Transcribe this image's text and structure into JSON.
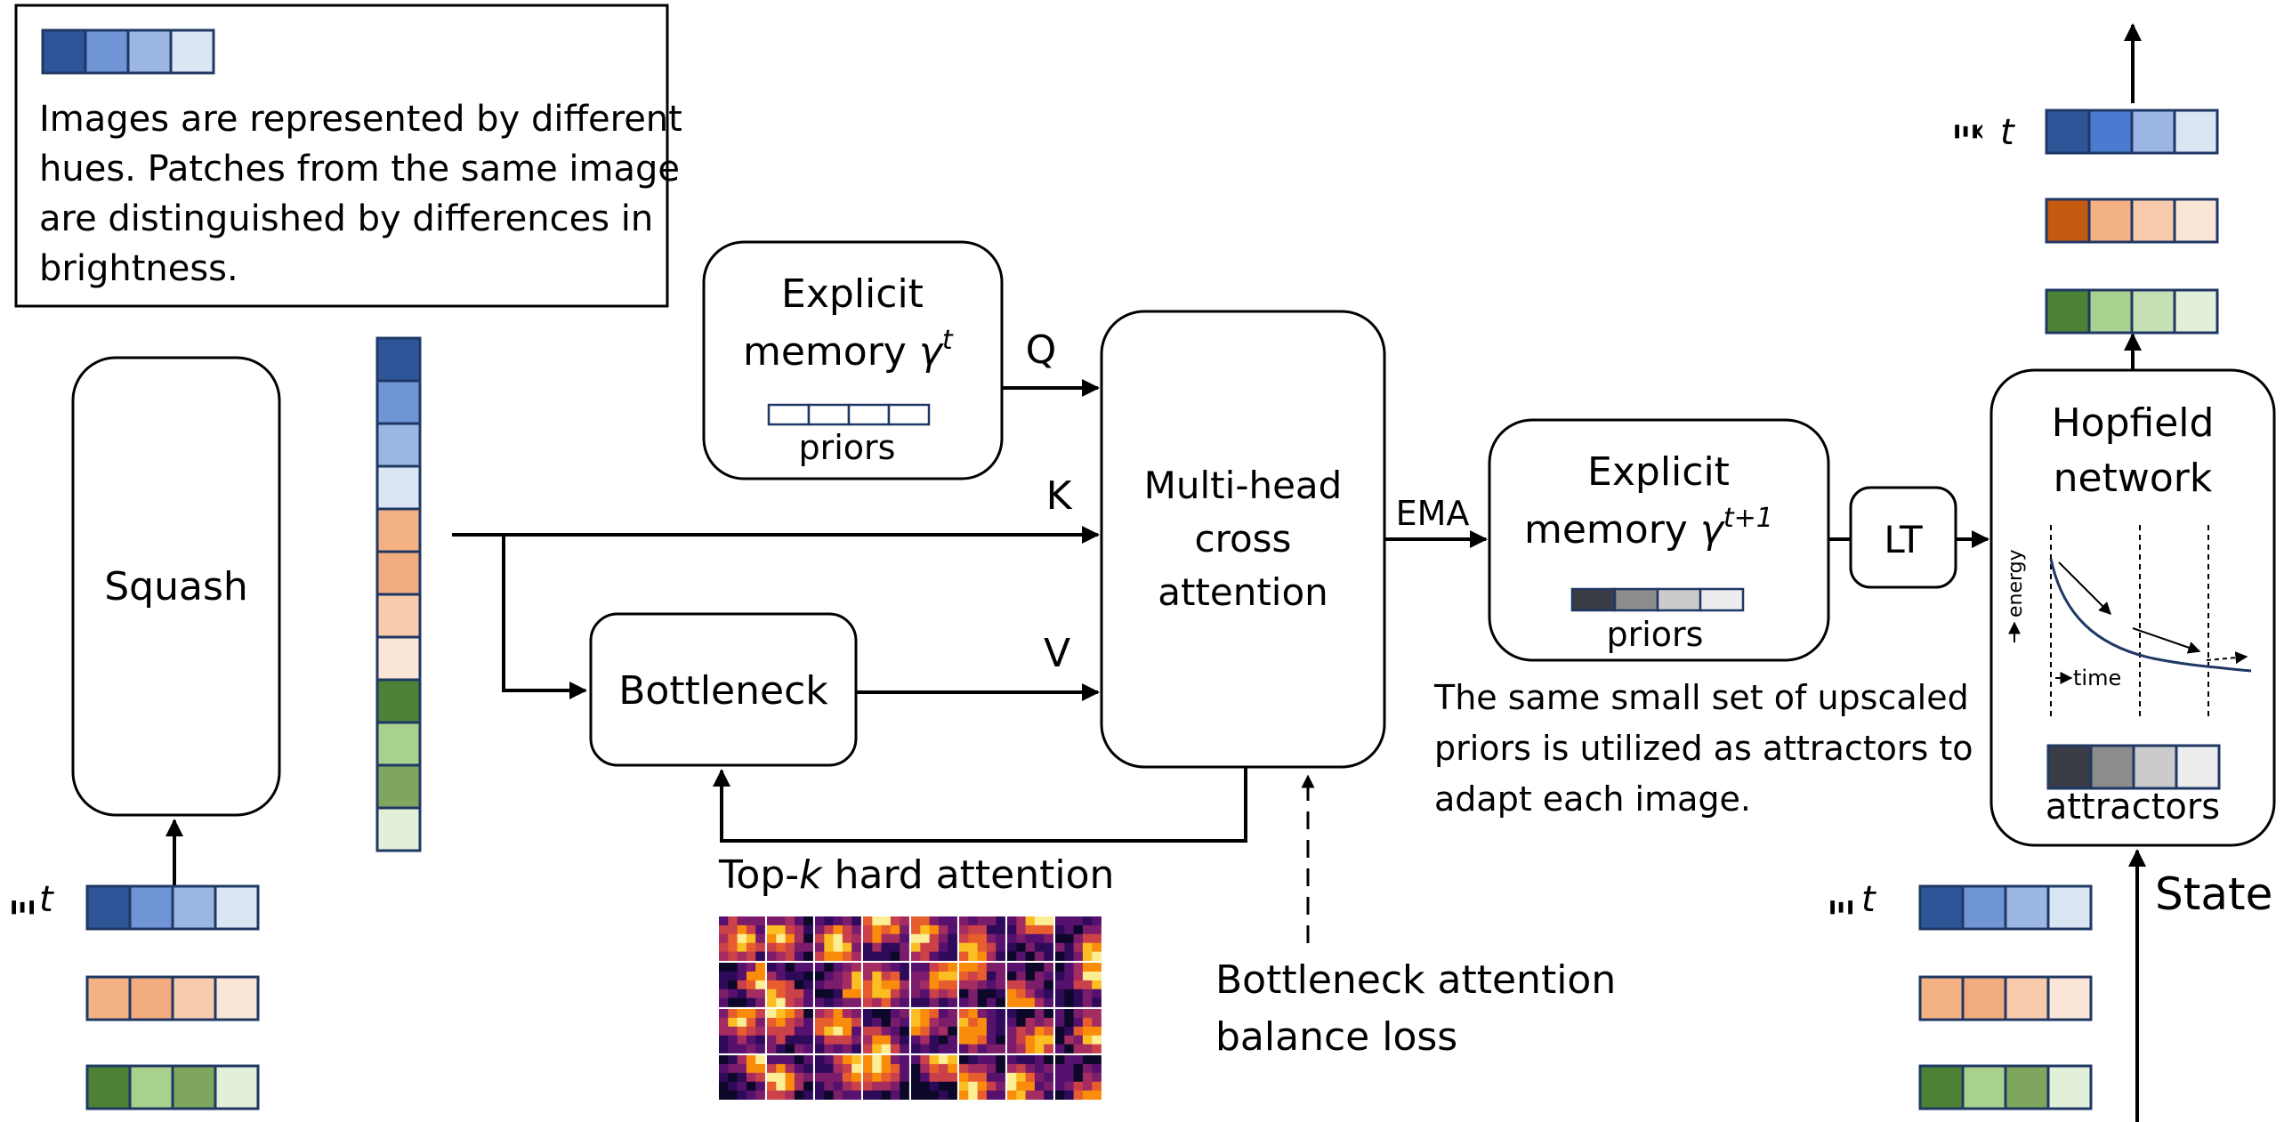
{
  "legend": {
    "text_lines": [
      "Images are represented by different",
      "hues. Patches from the same image",
      "are distinguished by differences in",
      "brightness."
    ],
    "swatch": [
      "#2e5597",
      "#6f95d6",
      "#9cb6e3",
      "#dbe6f5"
    ]
  },
  "blocks": {
    "squash": "Squash",
    "explicit_memory_t_line1": "Explicit",
    "explicit_memory_t_line2": "memory",
    "explicit_memory_t_sym": "γ",
    "explicit_memory_t_sup": "t",
    "priors_t": "priors",
    "bottleneck": "Bottleneck",
    "mhca_line1": "Multi-head",
    "mhca_line2": "cross",
    "mhca_line3": "attention",
    "explicit_memory_t1_line1": "Explicit",
    "explicit_memory_t1_line2": "memory",
    "explicit_memory_t1_sym": "γ",
    "explicit_memory_t1_sup": "t+1",
    "priors_t1": "priors",
    "lt": "LT",
    "hopfield_line1": "Hopfield",
    "hopfield_line2": "network",
    "energy_label": "energy",
    "time_label": "time",
    "attractors": "attractors"
  },
  "arrow_labels": {
    "q": "Q",
    "k": "K",
    "v": "V",
    "ema": "EMA",
    "state": "State"
  },
  "annotations": {
    "topk_prefix": "Top-",
    "topk_k": "k",
    "topk_suffix": " hard attention",
    "balance_line1": "Bottleneck attention",
    "balance_line2": "balance loss",
    "upscale_lines": [
      "The same small set of upscaled",
      "priors is utilized as attractors to",
      "adapt each image."
    ]
  },
  "symbols": {
    "xi": "Ξ",
    "hat": "^",
    "t": "t"
  },
  "colors": {
    "blue": [
      "#2e5597",
      "#6f95d6",
      "#9cb6e3",
      "#dbe6f5"
    ],
    "blue_out": [
      "#2e5597",
      "#4a7bd0",
      "#9cb6e3",
      "#dbe6f5"
    ],
    "orange": [
      "#f4b184",
      "#f2ab7f",
      "#f8cbad",
      "#fbe5d6"
    ],
    "orange_out": [
      "#c55a11",
      "#f4b184",
      "#f8cbad",
      "#fbe5d6"
    ],
    "green": [
      "#4d8236",
      "#a9d18e",
      "#7ea65e",
      "#e2f0d9"
    ],
    "green_out": [
      "#4d8236",
      "#a9d18e",
      "#c5e0b4",
      "#e2f0d9"
    ],
    "gray": [
      "#3a3d45",
      "#8c8c8c",
      "#cbcbcb",
      "#ededed"
    ],
    "priors_empty": [
      "#ffffff",
      "#ffffff",
      "#ffffff",
      "#ffffff"
    ],
    "heatmap": [
      "#0d0829",
      "#2f0a5b",
      "#56106e",
      "#7c1d6c",
      "#a52c60",
      "#cb4149",
      "#e85d2e",
      "#f98c0a",
      "#fbbf24",
      "#fcee95"
    ]
  }
}
